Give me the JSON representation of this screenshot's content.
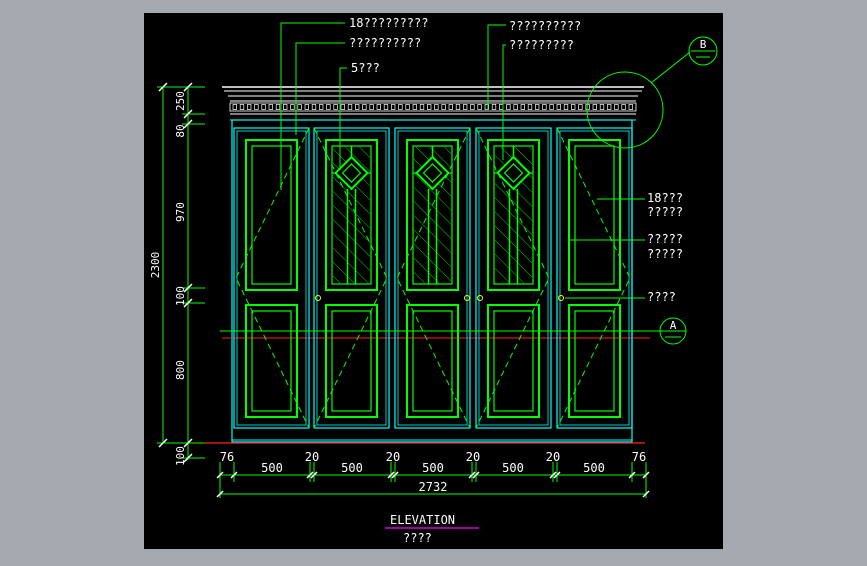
{
  "callouts_top": [
    "18?????????",
    "??????????",
    "5???",
    "??????????",
    "?????????"
  ],
  "callouts_right": [
    "18???",
    "?????",
    "?????",
    "?????",
    "????"
  ],
  "section_markers": {
    "b": "B",
    "a": "A"
  },
  "dims_left": [
    "250",
    "80",
    "970",
    "100",
    "800",
    "100",
    "2300"
  ],
  "dims_bottom": [
    "76",
    "500",
    "20",
    "500",
    "20",
    "500",
    "20",
    "500",
    "20",
    "500",
    "76",
    "2732"
  ],
  "title": "ELEVATION",
  "subtitle": "????"
}
